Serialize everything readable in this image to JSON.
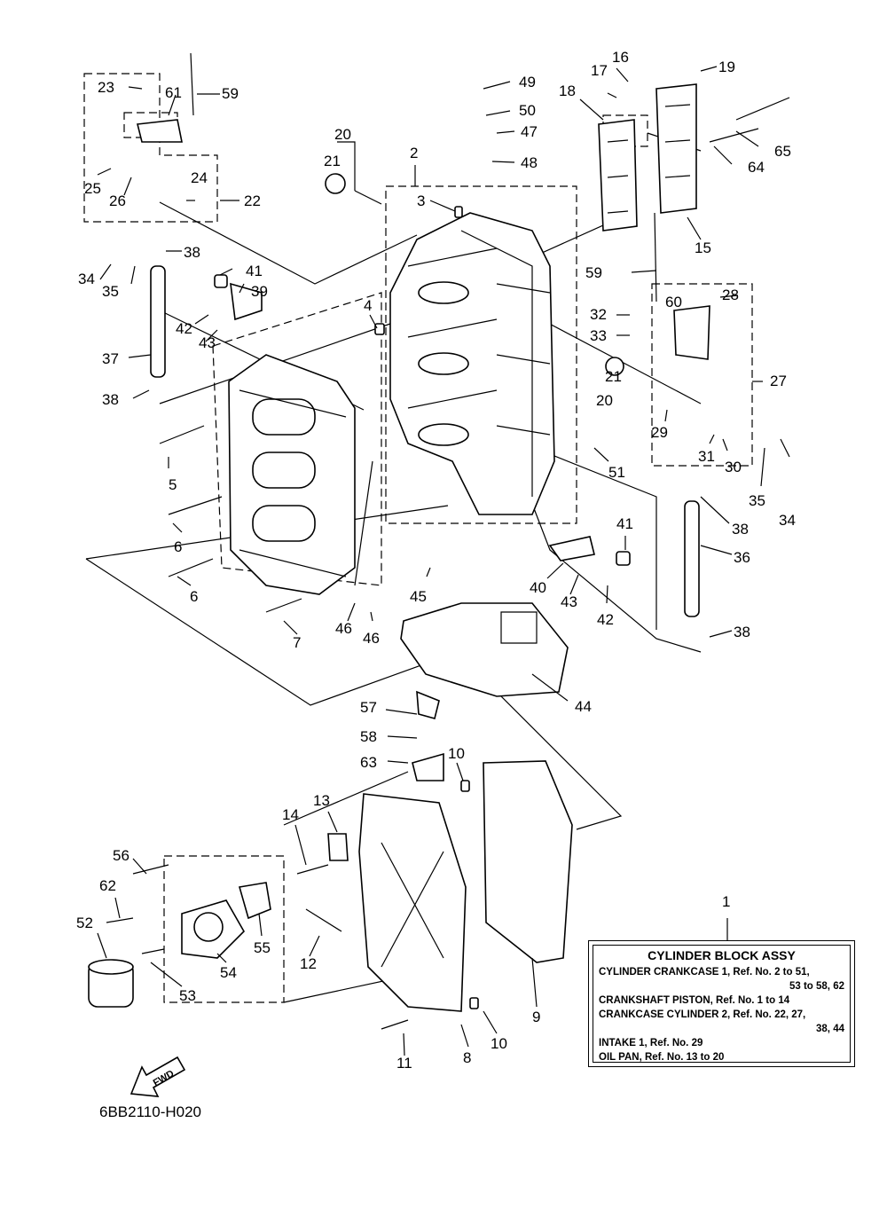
{
  "callouts": [
    "1",
    "2",
    "3",
    "4",
    "5",
    "6",
    "6",
    "7",
    "8",
    "9",
    "10",
    "10",
    "11",
    "12",
    "13",
    "14",
    "15",
    "16",
    "17",
    "18",
    "19",
    "20",
    "20",
    "21",
    "21",
    "22",
    "23",
    "24",
    "25",
    "26",
    "27",
    "28",
    "29",
    "30",
    "31",
    "32",
    "33",
    "34",
    "34",
    "35",
    "35",
    "36",
    "37",
    "38",
    "38",
    "38",
    "38",
    "39",
    "40",
    "41",
    "41",
    "42",
    "42",
    "43",
    "43",
    "44",
    "45",
    "46",
    "46",
    "47",
    "48",
    "49",
    "50",
    "51",
    "52",
    "53",
    "54",
    "55",
    "56",
    "57",
    "58",
    "59",
    "59",
    "60",
    "61",
    "62",
    "63",
    "64",
    "65"
  ],
  "legend": {
    "title": "CYLINDER BLOCK ASSY",
    "lines": [
      "CYLINDER  CRANKCASE 1,  Ref. No. 2 to  51,",
      "53  to  58,  62",
      "CRANKSHAFT  PISTON,  Ref.  No.  1  to  14",
      "CRANKCASE  CYLINDER  2,  Ref.  No.  22,  27,",
      "38,  44",
      "INTAKE  1,  Ref.  No.  29",
      "OIL  PAN,  Ref.  No.  13  to  20"
    ]
  },
  "fwd_label": "FWD",
  "diagram_code": "6BB2110-H020"
}
